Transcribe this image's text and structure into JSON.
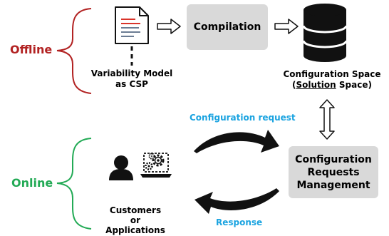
{
  "diagram": {
    "offline_label": "Offline",
    "online_label": "Online",
    "variability_model": {
      "line1": "Variability Model",
      "line2": "as CSP"
    },
    "compilation_label": "Compilation",
    "configuration_space": {
      "line1": "Configuration Space",
      "paren_open": "(",
      "solution_word": "Solution",
      "line2_rest": " Space)"
    },
    "request_management": {
      "line1": "Configuration",
      "line2": "Requests",
      "line3": "Management"
    },
    "configuration_request_label": "Configuration request",
    "response_label": "Response",
    "customers": {
      "line1": "Customers",
      "line2": "or",
      "line3": "Applications"
    }
  },
  "colors": {
    "offline": "#b22222",
    "online": "#22aa55",
    "accent_blue": "#1aa3e0",
    "box_fill": "#d9d9d9",
    "dark": "#111111"
  },
  "icons": [
    "document-icon",
    "database-icon",
    "user-icon",
    "gears-monitor-icon"
  ]
}
